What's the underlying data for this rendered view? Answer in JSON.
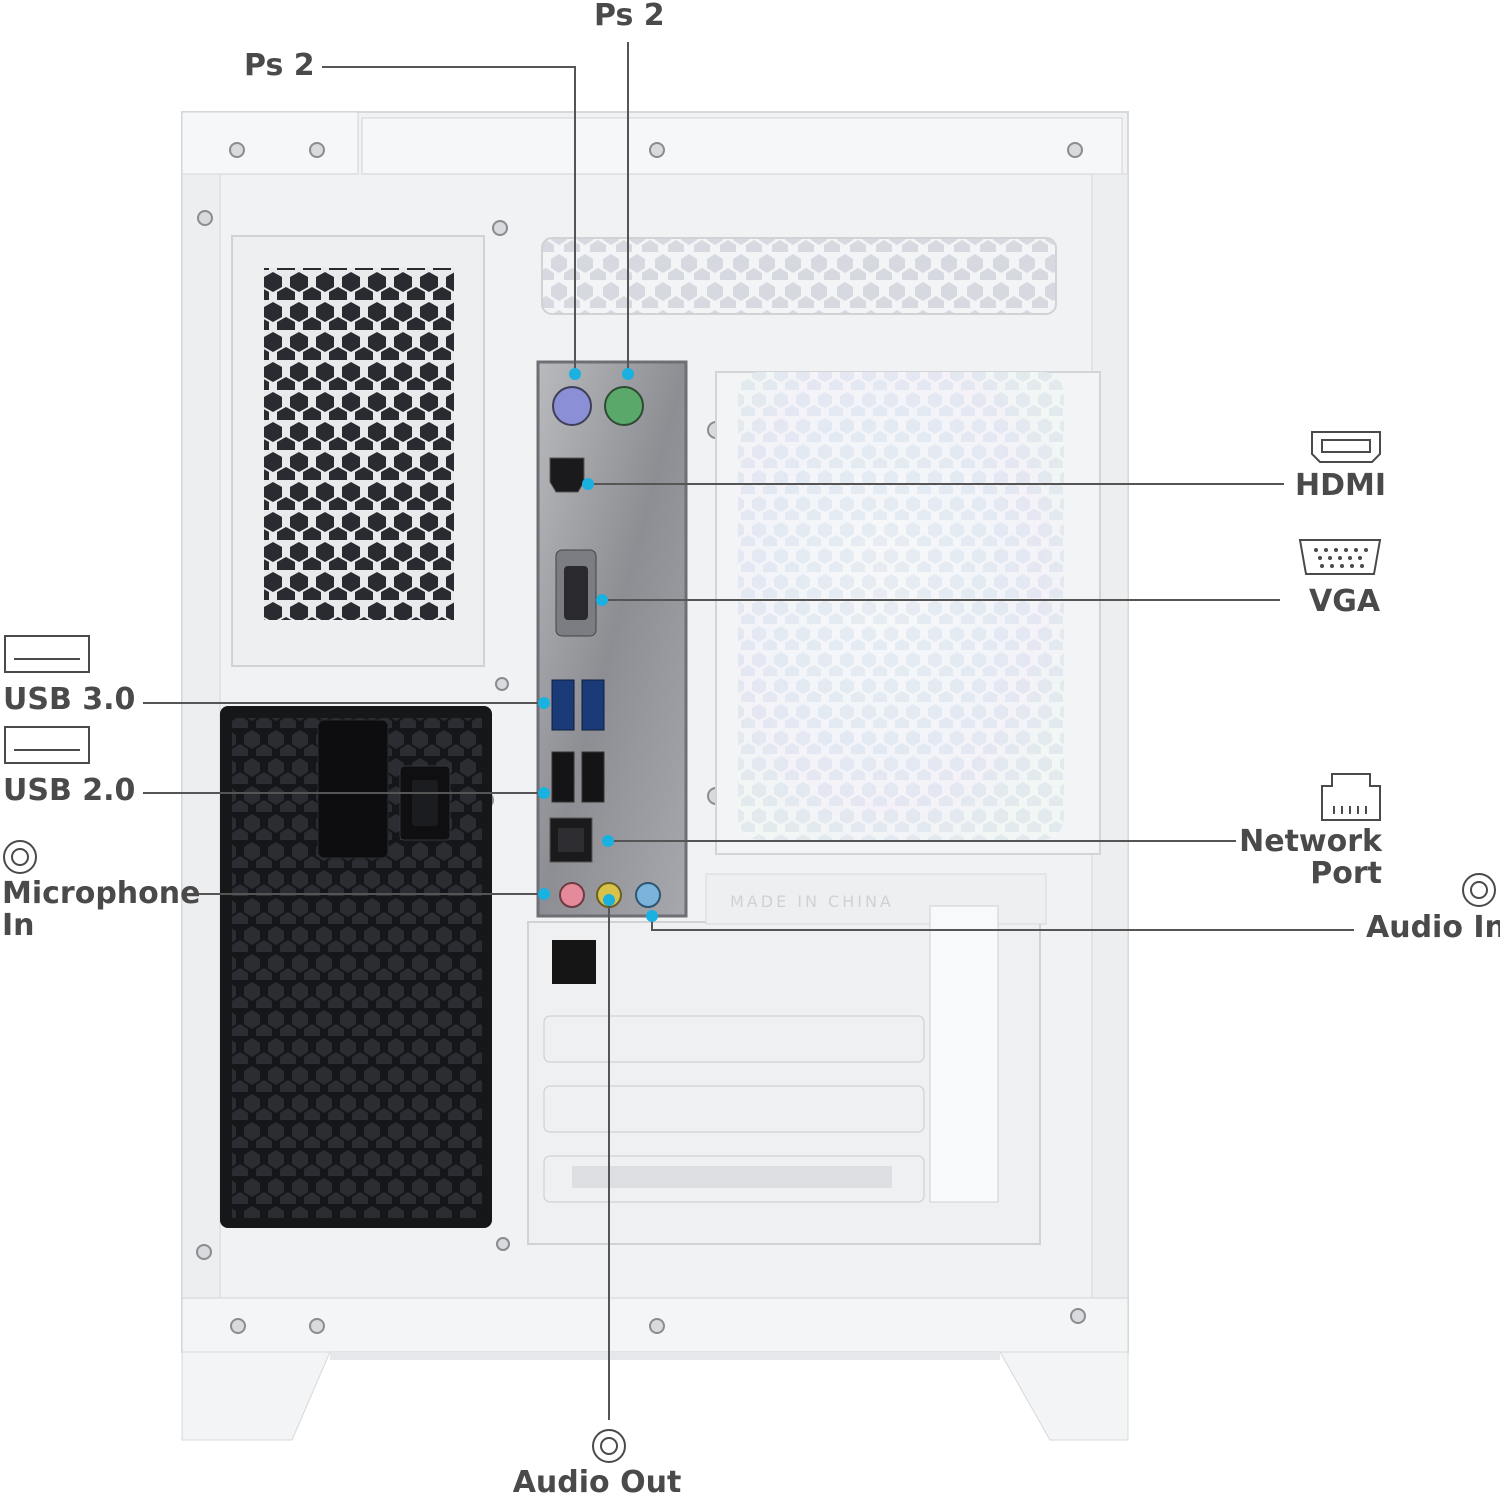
{
  "labels": {
    "ps2_top": "Ps 2",
    "ps2_left": "Ps 2",
    "hdmi": "HDMI",
    "vga": "VGA",
    "usb3": "USB 3.0",
    "usb2": "USB 2.0",
    "mic_line1": "Microphone",
    "mic_line2": "In",
    "network_line1": "Network",
    "network_line2": "Port",
    "audio_in": "Audio In",
    "audio_out": "Audio Out"
  },
  "case_text": {
    "made_in": "MADE IN CHINA"
  },
  "colors": {
    "callout_dot": "#1ab0e0",
    "leader_line": "#555555",
    "label_text": "#4a4a4a",
    "case_body": "#f1f2f3",
    "io_shield": "#9a9b9f",
    "psu": "#1a1a1a",
    "ps2_keyboard": "#8a8fd6",
    "ps2_mouse": "#5aa86a",
    "audio_pink": "#e58a9a",
    "audio_lime": "#d9c24a",
    "audio_blue": "#7ab4dc",
    "usb3_blue": "#3a6fc8"
  },
  "icons": [
    "hdmi-port-icon",
    "vga-port-icon",
    "usb-port-icon",
    "ethernet-port-icon",
    "audio-jack-icon"
  ]
}
